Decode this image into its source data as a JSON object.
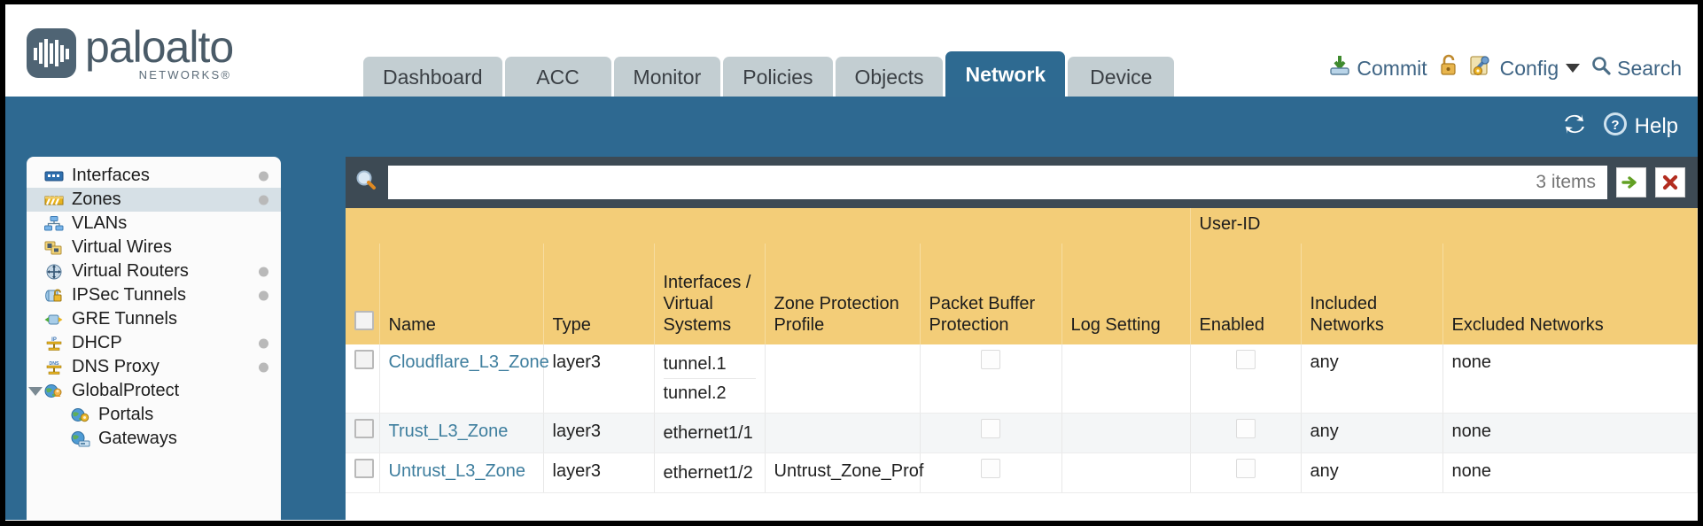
{
  "brand": {
    "name": "paloalto",
    "tagline": "NETWORKS",
    "registered": "®"
  },
  "topnav": {
    "tabs": [
      {
        "label": "Dashboard",
        "active": false
      },
      {
        "label": "ACC",
        "active": false
      },
      {
        "label": "Monitor",
        "active": false
      },
      {
        "label": "Policies",
        "active": false
      },
      {
        "label": "Objects",
        "active": false
      },
      {
        "label": "Network",
        "active": true
      },
      {
        "label": "Device",
        "active": false
      }
    ],
    "actions": {
      "commit": "Commit",
      "commit_icon": "commit-save-icon",
      "lock_icon": "padlock-icon",
      "config": "Config",
      "config_icon": "wrench-gear-icon",
      "search": "Search",
      "search_icon": "magnifier-icon"
    }
  },
  "utilitybar": {
    "refresh_icon": "refresh-icon",
    "help": "Help",
    "help_icon": "question-circle-icon"
  },
  "sidebar": {
    "items": [
      {
        "label": "Interfaces",
        "icon": "interfaces-icon",
        "selected": false,
        "dot": true,
        "child": false,
        "expander": false
      },
      {
        "label": "Zones",
        "icon": "zones-icon",
        "selected": true,
        "dot": true,
        "child": false,
        "expander": false
      },
      {
        "label": "VLANs",
        "icon": "vlans-icon",
        "selected": false,
        "dot": false,
        "child": false,
        "expander": false
      },
      {
        "label": "Virtual Wires",
        "icon": "virtual-wires-icon",
        "selected": false,
        "dot": false,
        "child": false,
        "expander": false
      },
      {
        "label": "Virtual Routers",
        "icon": "virtual-routers-icon",
        "selected": false,
        "dot": true,
        "child": false,
        "expander": false
      },
      {
        "label": "IPSec Tunnels",
        "icon": "ipsec-tunnels-icon",
        "selected": false,
        "dot": true,
        "child": false,
        "expander": false
      },
      {
        "label": "GRE Tunnels",
        "icon": "gre-tunnels-icon",
        "selected": false,
        "dot": false,
        "child": false,
        "expander": false
      },
      {
        "label": "DHCP",
        "icon": "dhcp-icon",
        "selected": false,
        "dot": true,
        "child": false,
        "expander": false
      },
      {
        "label": "DNS Proxy",
        "icon": "dns-proxy-icon",
        "selected": false,
        "dot": true,
        "child": false,
        "expander": false
      },
      {
        "label": "GlobalProtect",
        "icon": "globalprotect-icon",
        "selected": false,
        "dot": false,
        "child": false,
        "expander": true
      },
      {
        "label": "Portals",
        "icon": "portals-icon",
        "selected": false,
        "dot": false,
        "child": true,
        "expander": false
      },
      {
        "label": "Gateways",
        "icon": "gateways-icon",
        "selected": false,
        "dot": false,
        "child": true,
        "expander": false
      }
    ]
  },
  "search": {
    "value": "",
    "placeholder": "",
    "icon": "magnifier-icon",
    "item_count": "3 items",
    "apply_icon": "green-arrow-right-icon",
    "clear_icon": "red-x-icon"
  },
  "table": {
    "group_header": "User-ID",
    "columns": [
      "Name",
      "Type",
      "Interfaces / Virtual Systems",
      "Zone Protection Profile",
      "Packet Buffer Protection",
      "Log Setting",
      "Enabled",
      "Included Networks",
      "Excluded Networks"
    ],
    "rows": [
      {
        "name": "Cloudflare_L3_Zone",
        "type": "layer3",
        "interfaces": [
          "tunnel.1",
          "tunnel.2"
        ],
        "zone_protection_profile": "",
        "packet_buffer_protection": false,
        "log_setting": "",
        "userid_enabled": false,
        "included_networks": "any",
        "excluded_networks": "none"
      },
      {
        "name": "Trust_L3_Zone",
        "type": "layer3",
        "interfaces": [
          "ethernet1/1"
        ],
        "zone_protection_profile": "",
        "packet_buffer_protection": false,
        "log_setting": "",
        "userid_enabled": false,
        "included_networks": "any",
        "excluded_networks": "none"
      },
      {
        "name": "Untrust_L3_Zone",
        "type": "layer3",
        "interfaces": [
          "ethernet1/2"
        ],
        "zone_protection_profile": "Untrust_Zone_Prof",
        "packet_buffer_protection": false,
        "log_setting": "",
        "userid_enabled": false,
        "included_networks": "any",
        "excluded_networks": "none"
      }
    ]
  },
  "colors": {
    "header_blue": "#2e6991",
    "tab_inactive": "#c3ced2",
    "table_header_amber": "#f3cd78",
    "group_header_amber": "#dfb253",
    "panel_slate": "#3d4a54",
    "link_blue": "#3e7e9e"
  }
}
